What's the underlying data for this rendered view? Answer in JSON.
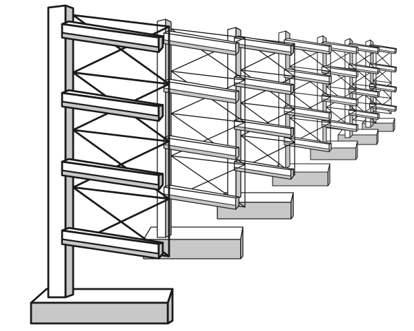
{
  "illustration": {
    "subject": "cantilever-storage-racks",
    "rack_count": 7,
    "arms_per_rack": 4,
    "colors": {
      "background": "#ffffff",
      "outline": "#1a1a1a",
      "face_light": "#ffffff",
      "face_shaded": "#c8c8c8"
    }
  }
}
